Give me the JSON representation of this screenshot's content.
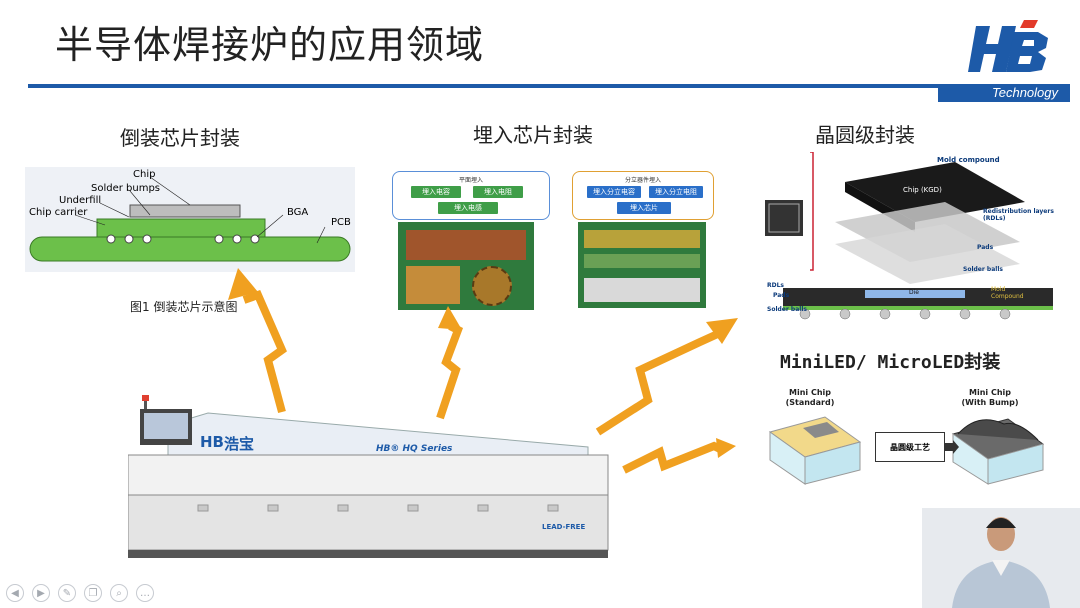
{
  "slide": {
    "title": "半导体焊接炉的应用领域",
    "brand": {
      "tagline": "Technology",
      "logo_letters": "HB"
    }
  },
  "sections": {
    "flip_chip": {
      "heading": "倒装芯片封装",
      "labels": [
        "Chip",
        "Solder bumps",
        "Underfill",
        "Chip carrier",
        "BGA",
        "PCB"
      ],
      "caption": "图1 倒装芯片示意图"
    },
    "embedded_chip": {
      "heading": "埋入芯片封装",
      "left_panel": {
        "title": "平面埋入",
        "tags": [
          "埋入电容",
          "埋入电阻",
          "埋入电感"
        ]
      },
      "right_panel": {
        "title": "分立器件埋入",
        "tags": [
          "埋入分立电容",
          "埋入分立电阻",
          "埋入芯片"
        ]
      }
    },
    "wafer_level": {
      "heading": "晶圆级封装",
      "labels": [
        "Mold compound",
        "Chip (KGD)",
        "Redistribution layers (RDLs)",
        "Pads",
        "Solder balls",
        "RDLs",
        "Pads",
        "Solder balls",
        "Die",
        "Mold Compound"
      ]
    },
    "miniled": {
      "heading": "MiniLED/ MicroLED封装",
      "left_label": "Mini Chip\n(Standard)",
      "right_label": "Mini Chip\n(With Bump)",
      "process_label": "晶圆级工艺"
    }
  },
  "machine": {
    "brand_cn": "浩宝",
    "brand_logo": "HB",
    "series": "HB® HQ Series",
    "badge": "LEAD-FREE"
  },
  "colors": {
    "accent_blue": "#1d5aa8",
    "arrow_orange": "#f0a020",
    "pcb_green": "#6cc04a",
    "tag_green": "#3f9e48",
    "tag_blue": "#2a6fc9"
  },
  "controls": [
    "prev-icon",
    "next-icon",
    "pen-icon",
    "copy-icon",
    "zoom-icon",
    "more-icon"
  ]
}
